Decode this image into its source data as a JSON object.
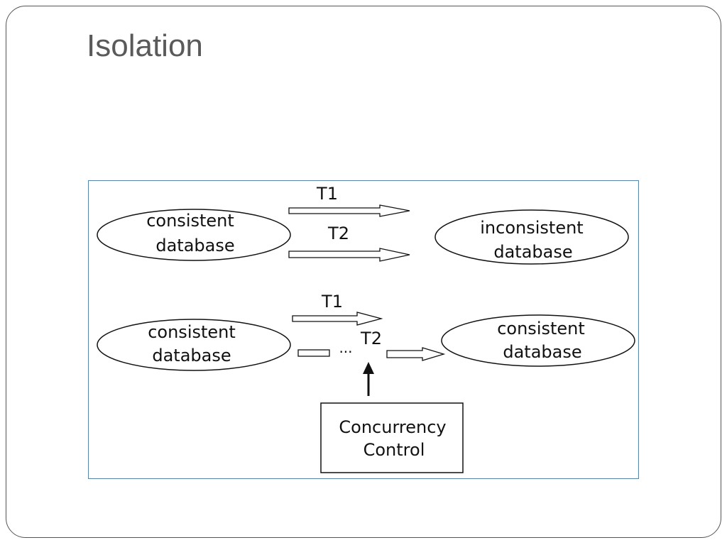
{
  "slide": {
    "title": "Isolation"
  },
  "diagram": {
    "top_row": {
      "left_state": {
        "line1": "consistent",
        "line2": "database"
      },
      "right_state": {
        "line1": "inconsistent",
        "line2": "database"
      },
      "arrow1_label": "T1",
      "arrow2_label": "T2"
    },
    "bottom_row": {
      "left_state": {
        "line1": "consistent",
        "line2": "database"
      },
      "right_state": {
        "line1": "consistent",
        "line2": "database"
      },
      "arrow1_label": "T1",
      "arrow2_label": "T2",
      "ellipsis": "..."
    },
    "control_box": {
      "line1": "Concurrency",
      "line2": "Control"
    }
  }
}
